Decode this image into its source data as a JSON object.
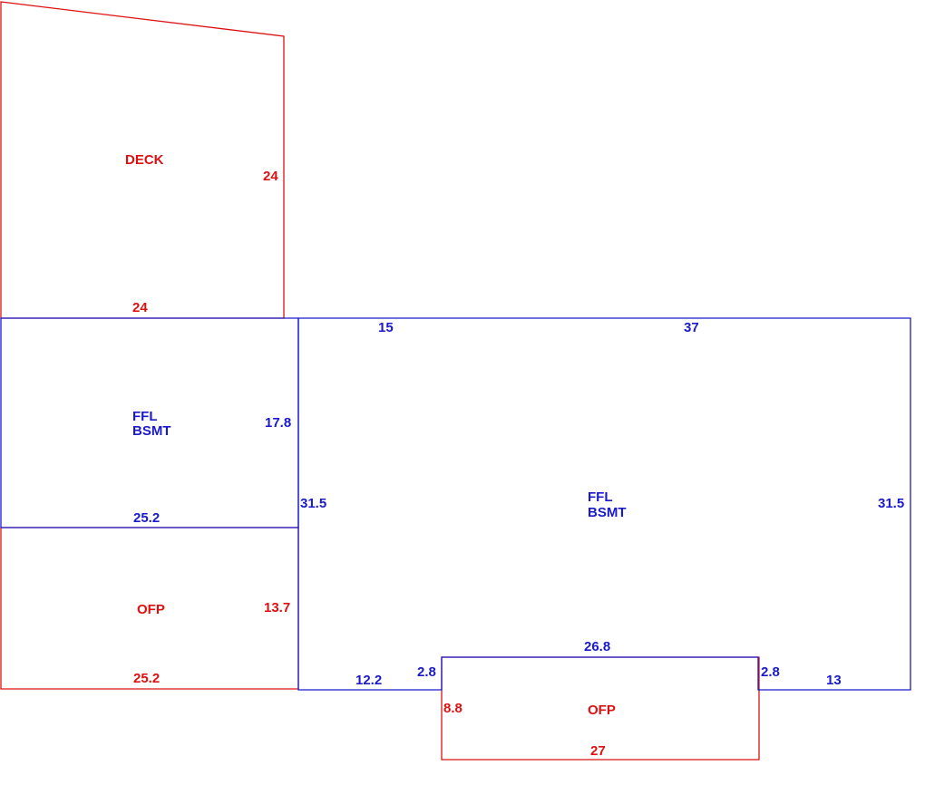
{
  "colors": {
    "main_level": "#1a1acc",
    "secondary": "#dd1111"
  },
  "areas": {
    "deck": {
      "name": "DECK"
    },
    "ffl_left": {
      "line1": "FFL",
      "line2": "BSMT"
    },
    "ffl_main": {
      "line1": "FFL",
      "line2": "BSMT"
    },
    "ofp_left": {
      "name": "OFP"
    },
    "ofp_bottom": {
      "name": "OFP"
    }
  },
  "dimensions": {
    "deck_right": "24",
    "deck_bottom": "24",
    "ffl_left_top_right": "15",
    "ffl_main_top": "37",
    "ffl_left_right": "17.8",
    "ffl_left_bottom": "25.2",
    "ffl_main_left": "31.5",
    "ffl_main_right": "31.5",
    "ofp_left_right": "13.7",
    "ofp_left_bottom": "25.2",
    "ffl_main_bottom_left": "12.2",
    "ffl_notch_left": "2.8",
    "ffl_notch_top": "26.8",
    "ffl_notch_right": "2.8",
    "ffl_main_bottom_right": "13",
    "ofp_bottom_left": "8.8",
    "ofp_bottom_bottom": "27"
  }
}
